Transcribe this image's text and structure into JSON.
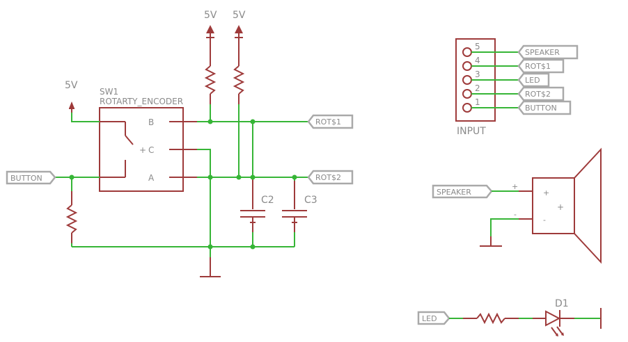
{
  "power": {
    "label": "5V"
  },
  "sw1": {
    "name": "SW1",
    "value": "ROTARTY_ENCODER",
    "pin_b": "B",
    "pin_c": "C",
    "pin_a": "A",
    "plus": "+"
  },
  "capacitors": [
    {
      "name": "C2"
    },
    {
      "name": "C3"
    }
  ],
  "nets": {
    "button": "BUTTON",
    "rot1": "ROT$1",
    "rot2": "ROT$2",
    "speaker": "SPEAKER",
    "led": "LED"
  },
  "connector": {
    "name": "INPUT",
    "pins": [
      {
        "num": "5",
        "net": "SPEAKER"
      },
      {
        "num": "4",
        "net": "ROT$1"
      },
      {
        "num": "3",
        "net": "LED"
      },
      {
        "num": "2",
        "net": "ROT$2"
      },
      {
        "num": "1",
        "net": "BUTTON"
      }
    ]
  },
  "speaker": {
    "plus": "+",
    "minus": "-"
  },
  "led": {
    "name": "D1"
  }
}
